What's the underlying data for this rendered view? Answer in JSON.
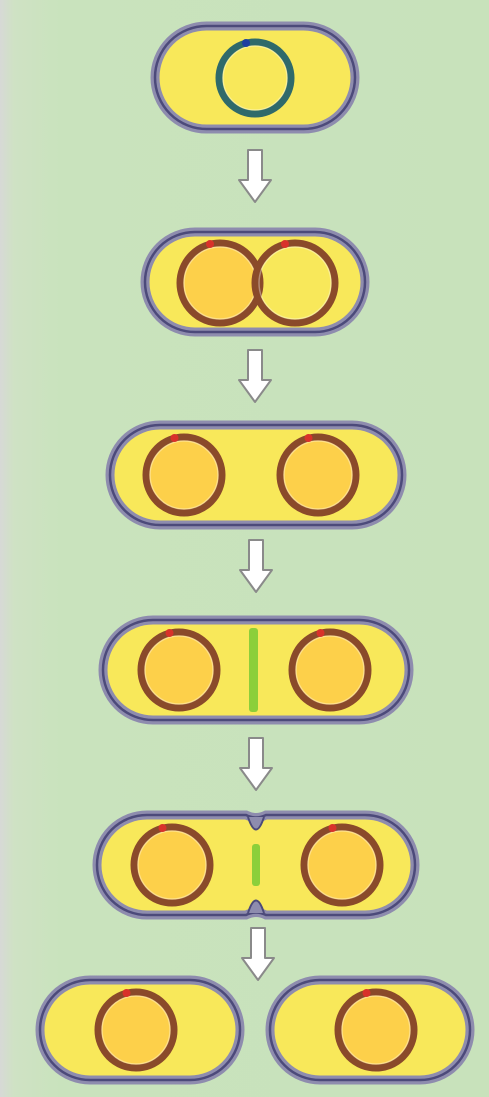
{
  "colors": {
    "background": "#c8e2bb",
    "cell_fill": "#f8e85a",
    "cell_wall_outer": "#8e8cae",
    "cell_wall_inner": "#4c4a7a",
    "chromosome_initial": "#2f6a6a",
    "chromosome_replicated": "#8a4a2a",
    "chromosome_inner_fill": "#fdd04a",
    "origin_initial": "#1e3fa0",
    "origin_replicated": "#d8322a",
    "septum": "#8ccf3a",
    "arrow_fill": "#ffffff",
    "arrow_stroke": "#8a8a8a"
  },
  "stages": [
    {
      "id": "single-chromosome-cell"
    },
    {
      "id": "replicating-chromosome-cell"
    },
    {
      "id": "segregated-chromosomes-cell"
    },
    {
      "id": "septum-forming-cell"
    },
    {
      "id": "constricting-cell"
    },
    {
      "id": "daughter-cells"
    }
  ],
  "arrows": [
    {
      "id": "arrow-1",
      "from": "single-chromosome-cell",
      "to": "replicating-chromosome-cell"
    },
    {
      "id": "arrow-2",
      "from": "replicating-chromosome-cell",
      "to": "segregated-chromosomes-cell"
    },
    {
      "id": "arrow-3",
      "from": "segregated-chromosomes-cell",
      "to": "septum-forming-cell"
    },
    {
      "id": "arrow-4",
      "from": "septum-forming-cell",
      "to": "constricting-cell"
    },
    {
      "id": "arrow-5",
      "from": "constricting-cell",
      "to": "daughter-cells"
    }
  ]
}
